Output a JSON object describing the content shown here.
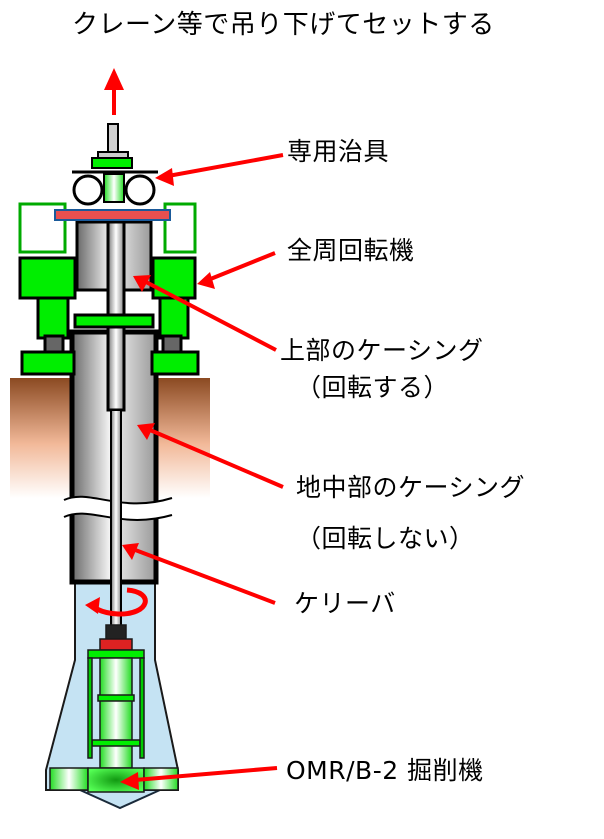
{
  "title": "クレーン等で吊り下げてセットする",
  "labels": {
    "jig": "専用治具",
    "rotator": "全周回転機",
    "upper_casing": "上部のケーシング",
    "upper_casing_note": "（回転する）",
    "ground_casing": "地中部のケーシング",
    "ground_casing_note": "（回転しない）",
    "kelly_bar": "ケリーバ",
    "excavator": "OMR/B-2 掘削機"
  },
  "colors": {
    "arrow": "#ff0000",
    "machine_green": "#00ee00",
    "soil_top": "#8b4a22",
    "soil_bottom": "#ffffff",
    "hole_water": "#c5e3f3",
    "casing_gray": "#c8c8c8",
    "outline": "#000000"
  },
  "icons": {
    "lift_arrow": "up-arrow-icon",
    "rotation_arrow": "rotation-arrow-icon"
  }
}
